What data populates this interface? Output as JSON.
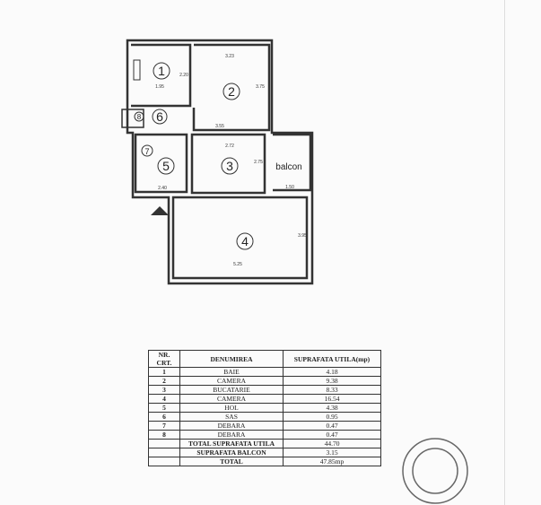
{
  "plan": {
    "rooms": [
      "1",
      "2",
      "3",
      "4",
      "5",
      "6",
      "7",
      "8"
    ],
    "balcony_label": "balcon",
    "dimensions": [
      "3.23",
      "1.95",
      "2.20",
      "3.75",
      "3.55",
      "2.72",
      "2.75",
      "1.50",
      "5.25",
      "3.95",
      "2.40"
    ]
  },
  "table": {
    "headers": {
      "nr": "NR. CRT.",
      "name": "DENUMIREA",
      "area": "SUPRAFATA UTILA(mp)"
    },
    "rows": [
      {
        "nr": "1",
        "name": "BAIE",
        "area": "4.18"
      },
      {
        "nr": "2",
        "name": "CAMERA",
        "area": "9.38"
      },
      {
        "nr": "3",
        "name": "BUCATARIE",
        "area": "8.33"
      },
      {
        "nr": "4",
        "name": "CAMERA",
        "area": "16.54"
      },
      {
        "nr": "5",
        "name": "HOL",
        "area": "4.38"
      },
      {
        "nr": "6",
        "name": "SAS",
        "area": "0.95"
      },
      {
        "nr": "7",
        "name": "DEBARA",
        "area": "0.47"
      },
      {
        "nr": "8",
        "name": "DEBARA",
        "area": "0.47"
      }
    ],
    "total_useful_label": "TOTAL SUPRAFATA UTILA",
    "total_useful": "44.70",
    "balcony_label": "SUPRAFATA BALCON",
    "balcony": "3.15",
    "total_label": "TOTAL",
    "total": "47.85mp"
  }
}
